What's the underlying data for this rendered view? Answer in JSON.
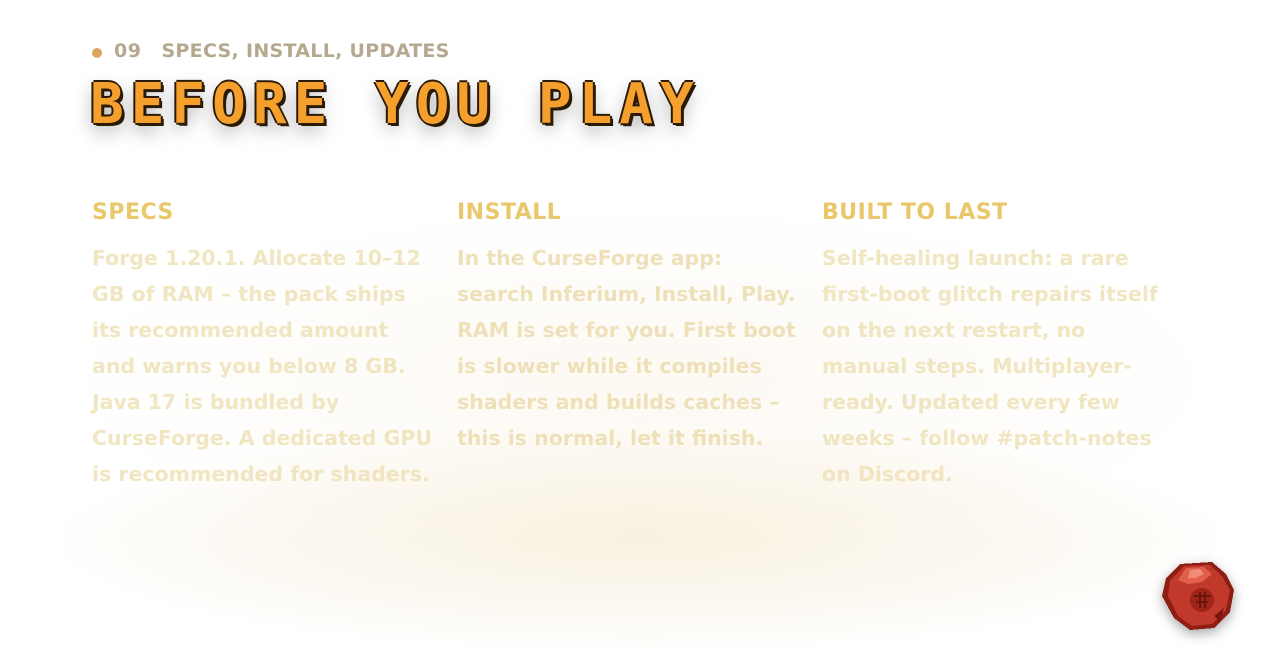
{
  "section": {
    "number": "09",
    "kicker": "SPECS, INSTALL, UPDATES",
    "title": "BEFORE YOU PLAY"
  },
  "columns": [
    {
      "heading": "SPECS",
      "body": "Forge 1.20.1. Allocate 10–12 GB of RAM – the pack ships its recommended amount and warns you below 8 GB. Java 17 is bundled by CurseForge. A dedicated GPU is recommended for shaders."
    },
    {
      "heading": "INSTALL",
      "body": "In the CurseForge app: search Inferium, Install, Play. RAM is set for you. First boot is slower while it compiles shaders and builds caches – this is normal, let it finish."
    },
    {
      "heading": "BUILT TO LAST",
      "body": "Self-healing launch: a rare first-boot glitch repairs itself on the next restart, no manual steps. Multiplayer-ready. Updated every few weeks – follow #patch-notes on Discord."
    }
  ],
  "badge": {
    "icon": "red-gem-icon",
    "color": "#c0392b"
  },
  "colors": {
    "accent": "#f5a02c",
    "heading": "#e9c86b",
    "body": "#eee2b8",
    "kicker": "#b4a88f",
    "dot": "#d9a560"
  }
}
